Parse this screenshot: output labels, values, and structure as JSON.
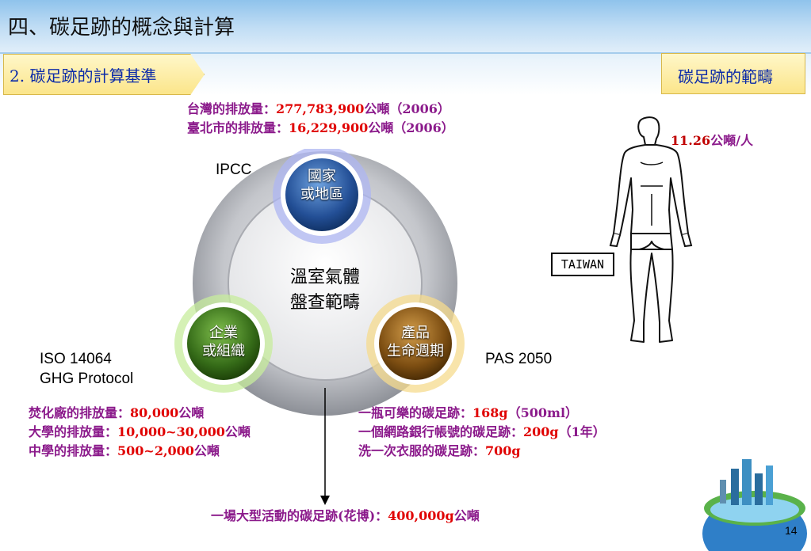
{
  "slide": {
    "title": "四、碳足跡的概念與計算",
    "section_tab": "2. 碳足跡的計算基準",
    "right_tab": "碳足跡的範疇",
    "page_number": "14"
  },
  "top_info": [
    {
      "label": "台灣的排放量：",
      "value": "277,783,900",
      "unit": "公噸（2006）"
    },
    {
      "label": "臺北市的排放量：",
      "value": "16,229,900",
      "unit": "公噸（2006）"
    }
  ],
  "diagram": {
    "center_line1": "溫室氣體",
    "center_line2": "盤查範疇",
    "node_country_line1": "國家",
    "node_country_line2": "或地區",
    "node_org_line1": "企業",
    "node_org_line2": "或組織",
    "node_product_line1": "產品",
    "node_product_line2": "生命週期",
    "label_ipcc": "IPCC",
    "label_iso": "ISO 14064",
    "label_ghg": "GHG Protocol",
    "label_pas": "PAS 2050",
    "colors": {
      "country": "#2e5fa8",
      "org": "#3f7d1e",
      "product": "#8a5a1a",
      "ring": "#b7b9bf"
    }
  },
  "left_info": [
    {
      "label": "焚化廠的排放量：",
      "value": "80,000",
      "unit": "公噸"
    },
    {
      "label": "大學的排放量：",
      "value": "10,000~30,000",
      "unit": "公噸"
    },
    {
      "label": "中學的排放量：",
      "value": "500~2,000",
      "unit": "公噸"
    }
  ],
  "right_info": [
    {
      "label": "一瓶可樂的碳足跡：",
      "value": "168g",
      "unit": "（500ml）"
    },
    {
      "label": "一個網路銀行帳號的碳足跡：",
      "value": "200g",
      "unit": "（1年）"
    },
    {
      "label": "洗一次衣服的碳足跡：",
      "value": "700g",
      "unit": ""
    }
  ],
  "bottom_info": {
    "label": "一場大型活動的碳足跡(花博)：",
    "value": "400,000g",
    "unit": "公噸"
  },
  "person": {
    "value": "11.26",
    "unit": "公噸/人",
    "country_tag": "TAIWAN"
  }
}
